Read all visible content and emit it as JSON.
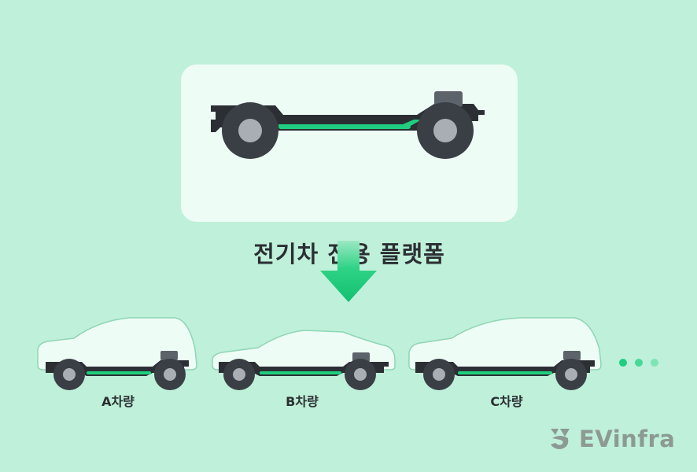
{
  "platform": {
    "title": "전기차 전용 플랫폼"
  },
  "vehicles": [
    {
      "label": "A차량"
    },
    {
      "label": "B차량"
    },
    {
      "label": "C차량"
    }
  ],
  "brand": {
    "name": "EVinfra"
  },
  "colors": {
    "background": "#bff0d9",
    "card": "#eefcf6",
    "accent": "#1fce7f",
    "dark": "#2b2f33",
    "wheel": "#3a3f45"
  }
}
